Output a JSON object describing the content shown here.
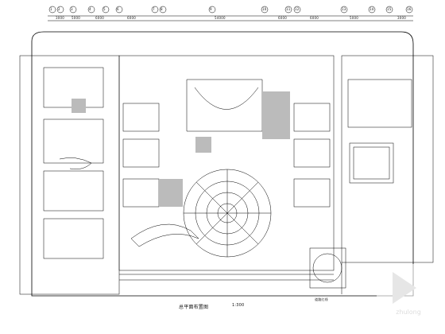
{
  "drawing": {
    "title": "总平面布置图",
    "scale": "1:300"
  },
  "grid_labels": [
    "1",
    "2",
    "3",
    "4",
    "5",
    "6",
    "7",
    "8",
    "9",
    "10",
    "11",
    "12",
    "13",
    "14",
    "15",
    "16"
  ],
  "top_dimensions": [
    "3000",
    "5000",
    "6000",
    "6000",
    "54000",
    "6000",
    "6000",
    "5000",
    "3000"
  ],
  "bottom_label": "道路红线",
  "watermark": "zhulong"
}
